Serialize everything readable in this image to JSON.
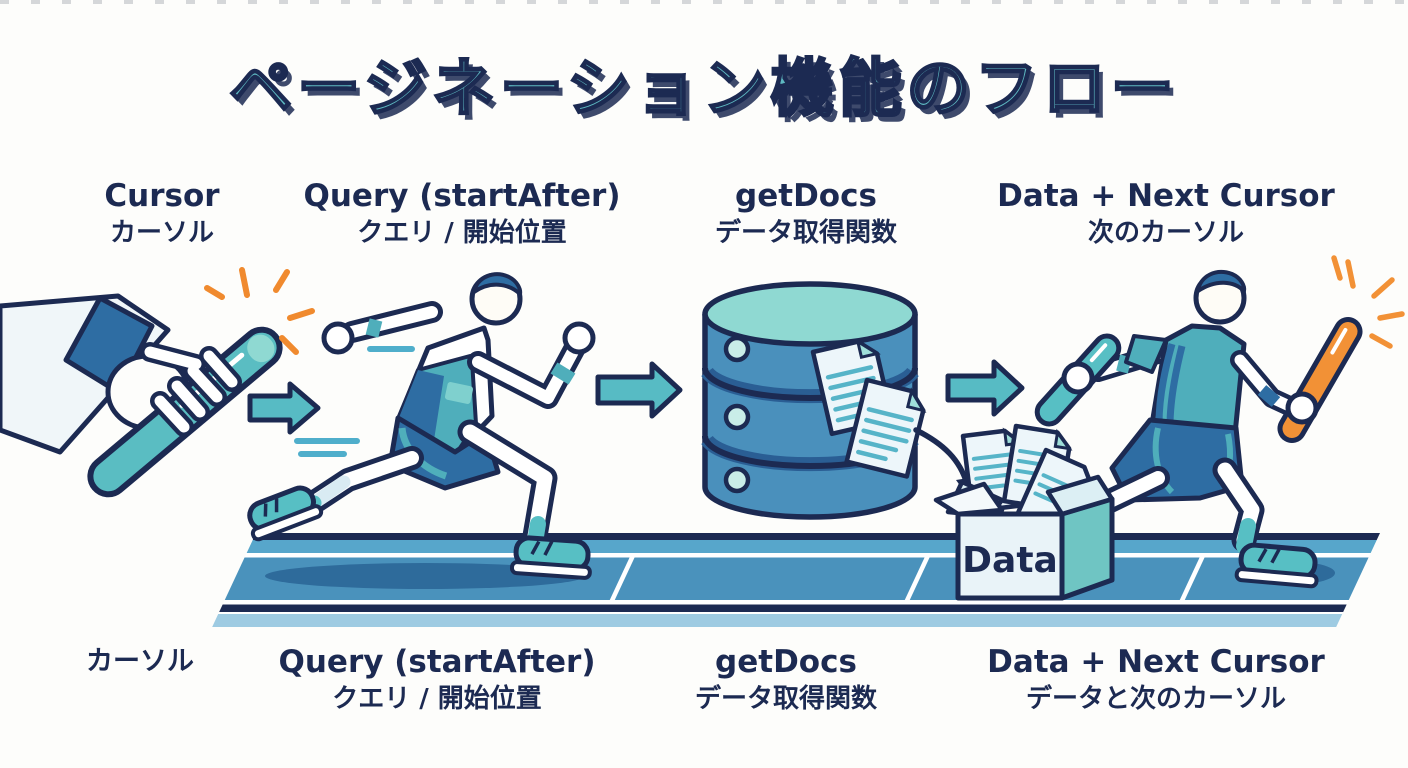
{
  "title": "ページネーション機能のフロー",
  "box_label": "Data",
  "stages_top": [
    {
      "en": "Cursor",
      "jp": "カーソル"
    },
    {
      "en": "Query (startAfter)",
      "jp": "クエリ / 開始位置"
    },
    {
      "en": "getDocs",
      "jp": "データ取得関数"
    },
    {
      "en": "Data + Next Cursor",
      "jp": "次のカーソル"
    }
  ],
  "stages_bottom": [
    {
      "en": "",
      "jp": "カーソル"
    },
    {
      "en": "Query (startAfter)",
      "jp": "クエリ / 開始位置"
    },
    {
      "en": "getDocs",
      "jp": "データ取得関数"
    },
    {
      "en": "Data + Next Cursor",
      "jp": "データと次のカーソル"
    }
  ],
  "colors": {
    "title_teal": "#5EB9C2",
    "navy_outline": "#1C2A52",
    "accent_teal": "#57BFC4",
    "track_blue": "#4A92BC",
    "database_blue": "#4A90BC",
    "database_top_teal": "#8FD9D2",
    "document_fill": "#EDF6FA",
    "document_line_teal": "#56B4C8",
    "sparkle_orange": "#F29136",
    "runner_outfit_blue": "#2E6DA3"
  },
  "icons": [
    "relay-hand-baton-icon",
    "flow-arrow-icon",
    "runner-query-icon",
    "database-icon",
    "documents-icon",
    "curved-arrow-icon",
    "data-box-icon",
    "runner-data-icon",
    "running-track-icon",
    "sparkle-icon"
  ]
}
